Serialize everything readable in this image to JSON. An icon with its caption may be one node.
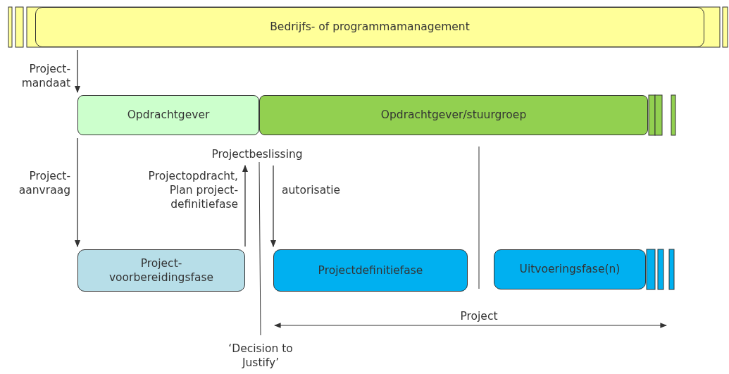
{
  "diagram": {
    "nodes": [
      {
        "text": [
          "Bedrijfs- of programmamanagement"
        ]
      },
      {
        "text": [
          "Opdrachtgever"
        ]
      },
      {
        "text": [
          "Opdrachtgever/stuurgroep"
        ]
      },
      {
        "text": [
          "Project- voorbereidingsfase"
        ]
      },
      {
        "text": [
          "Projectdefinitiefase"
        ]
      },
      {
        "text": [
          "Uitvoeringsfase(n)"
        ]
      },
      {
        "text": [
          "Projectbeslissing"
        ]
      }
    ],
    "edges": [
      {
        "from": 0,
        "to": 1,
        "arrow": "to",
        "label": "Project- mandaat"
      },
      {
        "from": 1,
        "to": 3,
        "arrow": "to",
        "label": "Project- aanvraag"
      },
      {
        "from": 3,
        "to": 6,
        "arrow": "to",
        "label": "Projectopdracht, Plan project- definitiefase"
      },
      {
        "from": 6,
        "to": 4,
        "arrow": "to",
        "label": "autorisatie"
      }
    ],
    "labels": [
      "Project",
      "‘Decision to Justify’"
    ]
  }
}
